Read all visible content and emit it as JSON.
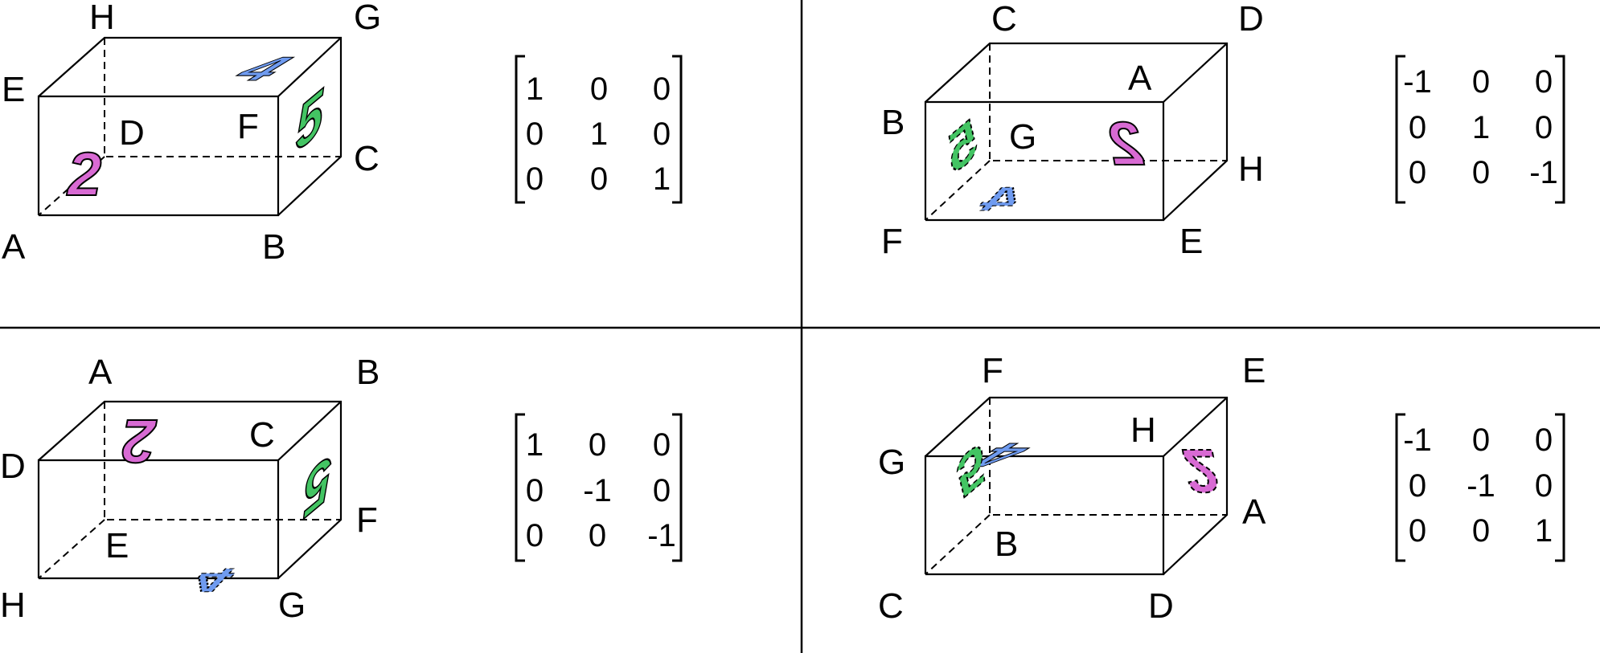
{
  "colors": {
    "pink": "#d86ad3",
    "blue": "#6f9bf0",
    "green": "#43c463"
  },
  "panels": [
    {
      "vertices": {
        "tl_back": "H",
        "tr_back": "G",
        "tl_front": "E",
        "bl_front": "A",
        "br_front": "B",
        "br_back": "C",
        "bl_back": "D",
        "tr_front": "F"
      },
      "matrix": [
        [
          "1",
          "0",
          "0"
        ],
        [
          "0",
          "1",
          "0"
        ],
        [
          "0",
          "0",
          "1"
        ]
      ],
      "glyphs": {
        "front": "2",
        "top": "4",
        "side": "5"
      }
    },
    {
      "vertices": {
        "tl_back": "C",
        "tr_back": "D",
        "tl_front": "B",
        "bl_front": "F",
        "br_front": "E",
        "br_back": "H",
        "bl_back": "G",
        "tr_front": "A"
      },
      "matrix": [
        [
          "-1",
          "0",
          "0"
        ],
        [
          "0",
          "1",
          "0"
        ],
        [
          "0",
          "0",
          "-1"
        ]
      ],
      "glyphs": {
        "front": "2",
        "top": "4",
        "side": "5"
      }
    },
    {
      "vertices": {
        "tl_back": "A",
        "tr_back": "B",
        "tl_front": "D",
        "bl_front": "H",
        "br_front": "G",
        "br_back": "F",
        "bl_back": "E",
        "tr_front": "C"
      },
      "matrix": [
        [
          "1",
          "0",
          "0"
        ],
        [
          "0",
          "-1",
          "0"
        ],
        [
          "0",
          "0",
          "-1"
        ]
      ],
      "glyphs": {
        "front": "2",
        "top": "4",
        "side": "5"
      }
    },
    {
      "vertices": {
        "tl_back": "F",
        "tr_back": "E",
        "tl_front": "G",
        "bl_front": "C",
        "br_front": "D",
        "br_back": "A",
        "bl_back": "B",
        "tr_front": "H"
      },
      "matrix": [
        [
          "-1",
          "0",
          "0"
        ],
        [
          "0",
          "-1",
          "0"
        ],
        [
          "0",
          "0",
          "1"
        ]
      ],
      "glyphs": {
        "front": "2",
        "top": "4",
        "side": "5"
      }
    }
  ]
}
